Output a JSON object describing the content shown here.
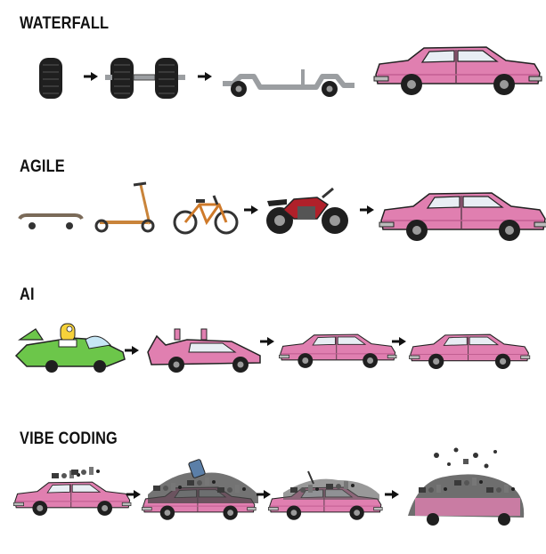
{
  "sections": {
    "waterfall": {
      "label": "WATERFALL",
      "steps": [
        "wheel",
        "axle",
        "chassis",
        "car"
      ]
    },
    "agile": {
      "label": "AGILE",
      "steps": [
        "skateboard",
        "scooter",
        "bicycle",
        "motorcycle",
        "car"
      ]
    },
    "ai": {
      "label": "AI",
      "steps": [
        "flying-car-with-cartoon-driver",
        "pink-sports-car",
        "car",
        "car"
      ]
    },
    "vibe_coding": {
      "label": "VIBE CODING",
      "steps": [
        "car",
        "car-buried-in-junk",
        "car-with-junk",
        "exploding-car-junk"
      ]
    }
  },
  "colors": {
    "car_body": "#e07fb0",
    "car_dark": "#c25f92",
    "window": "#e8eef4",
    "tire": "#1f1f1f",
    "rim": "#9a9a9a",
    "chassis": "#9b9ea1",
    "skateboard": "#7a6a58",
    "scooter": "#c9843a",
    "bicycle": "#cf7a2a",
    "motorcycle_red": "#b0202a",
    "flying_car": "#6cc64a",
    "arrow": "#111111"
  }
}
